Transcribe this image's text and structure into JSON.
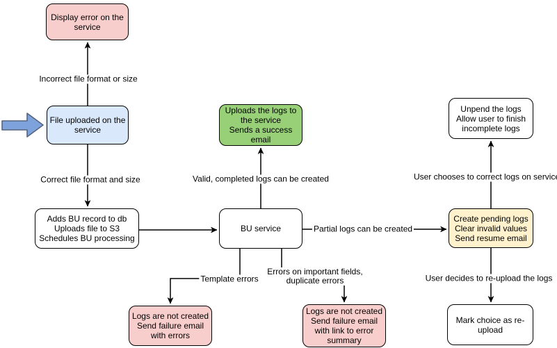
{
  "diagram": {
    "nodes": {
      "display_error": {
        "text": "Display error on the\nservice"
      },
      "file_uploaded": {
        "text": "File uploaded on the\nservice"
      },
      "adds_bu": {
        "text": "Adds BU record to db\nUploads file to S3\nSchedules BU processing"
      },
      "uploads_logs": {
        "text": "Uploads the logs to\nthe service\nSends a success\nemail"
      },
      "bu_service": {
        "text": "BU service"
      },
      "create_pending": {
        "text": "Create pending logs\nClear invalid values\nSend resume email"
      },
      "unpend": {
        "text": "Unpend the logs\nAllow user to finish\nincomplete logs"
      },
      "mark_choice": {
        "text": "Mark choice as re-\nupload"
      },
      "logs_not_created_errors": {
        "text": "Logs are not created\nSend failure email\nwith errors"
      },
      "logs_not_created_summary": {
        "text": "Logs are not created\nSend failure email\nwith link to error\nsummary"
      }
    },
    "edge_labels": {
      "incorrect_file": "Incorrect file format or size",
      "correct_file": "Correct file format and size",
      "valid_logs": "Valid, completed logs can be created",
      "partial_logs": "Partial logs can be created",
      "template_errors": "Template errors",
      "important_fields": "Errors on important fields,\nduplicate errors",
      "user_corrects": "User chooses to correct logs on service",
      "user_reuploads": "User decides to re-upload the logs"
    },
    "colors": {
      "pink": "#f8cecc",
      "blue": "#dae8fc",
      "green": "#97d077",
      "yellow": "#fff2cc",
      "white": "#ffffff",
      "arrow_fill": "#7da2dc",
      "arrow_stroke": "#56647c",
      "line": "#000000"
    }
  }
}
